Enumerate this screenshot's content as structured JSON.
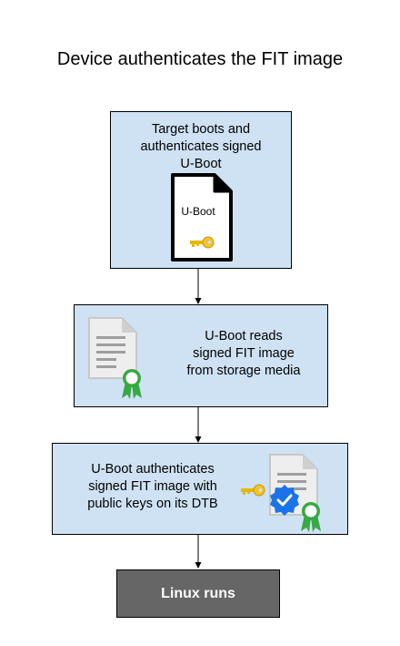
{
  "title": "Device authenticates the FIT image",
  "steps": [
    {
      "text": "Target boots and\nauthenticates signed\nU-Boot",
      "file_label": "U-Boot",
      "icons": [
        "document-icon",
        "key-icon"
      ]
    },
    {
      "text": "U-Boot reads\nsigned FIT image\nfrom storage media",
      "icons": [
        "certificate-icon",
        "award-ribbon-icon"
      ]
    },
    {
      "text": "U-Boot authenticates\nsigned FIT image with\npublic keys on its DTB",
      "icons": [
        "key-icon",
        "certificate-icon",
        "verified-badge-icon",
        "award-ribbon-icon"
      ]
    }
  ],
  "final": {
    "label": "Linux runs"
  },
  "colors": {
    "step_fill": "#cfe2f3",
    "final_fill": "#666666",
    "final_text": "#ffffff",
    "key": "#f1c232",
    "ribbon": "#38a843",
    "badge": "#1a73e8"
  }
}
